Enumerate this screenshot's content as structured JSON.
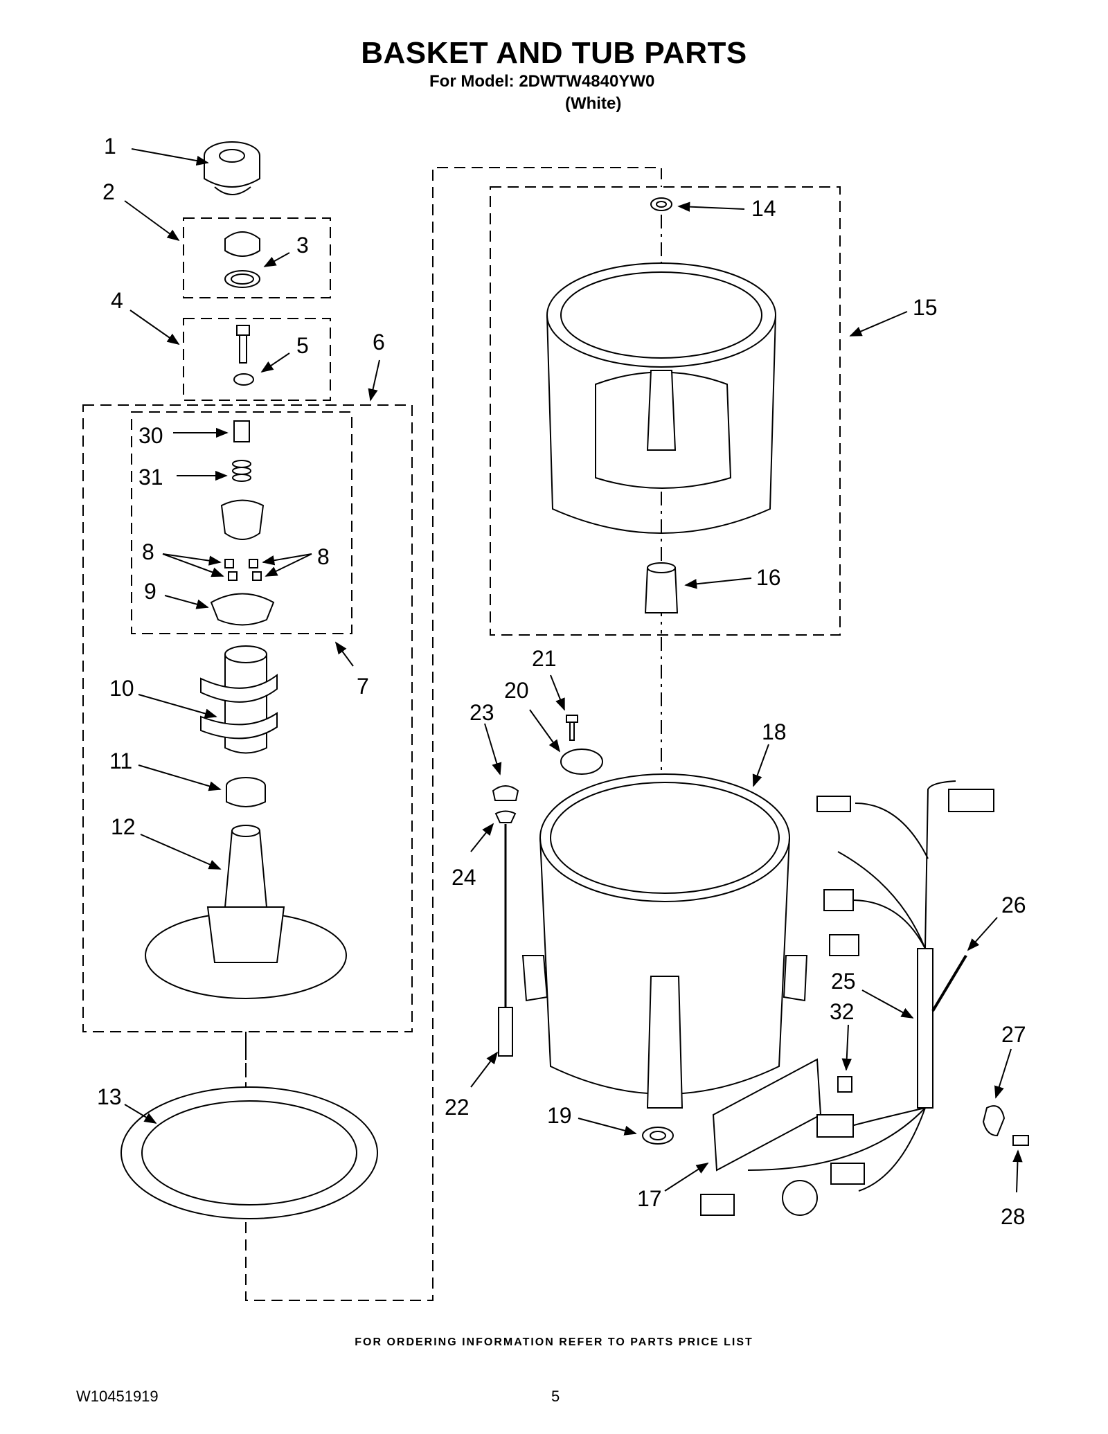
{
  "header": {
    "title": "BASKET AND TUB PARTS",
    "model_line": "For Model: 2DWTW4840YW0",
    "color_line": "(White)"
  },
  "callouts": {
    "c1": "1",
    "c2": "2",
    "c3": "3",
    "c4": "4",
    "c5": "5",
    "c6": "6",
    "c7": "7",
    "c8a": "8",
    "c8b": "8",
    "c9": "9",
    "c10": "10",
    "c11": "11",
    "c12": "12",
    "c13": "13",
    "c14": "14",
    "c15": "15",
    "c16": "16",
    "c17": "17",
    "c18": "18",
    "c19": "19",
    "c20": "20",
    "c21": "21",
    "c22": "22",
    "c23": "23",
    "c24": "24",
    "c25": "25",
    "c26": "26",
    "c27": "27",
    "c28": "28",
    "c30": "30",
    "c31": "31",
    "c32": "32"
  },
  "footer": {
    "note": "FOR ORDERING INFORMATION REFER TO PARTS PRICE LIST",
    "doc_number": "W10451919",
    "page_number": "5"
  }
}
